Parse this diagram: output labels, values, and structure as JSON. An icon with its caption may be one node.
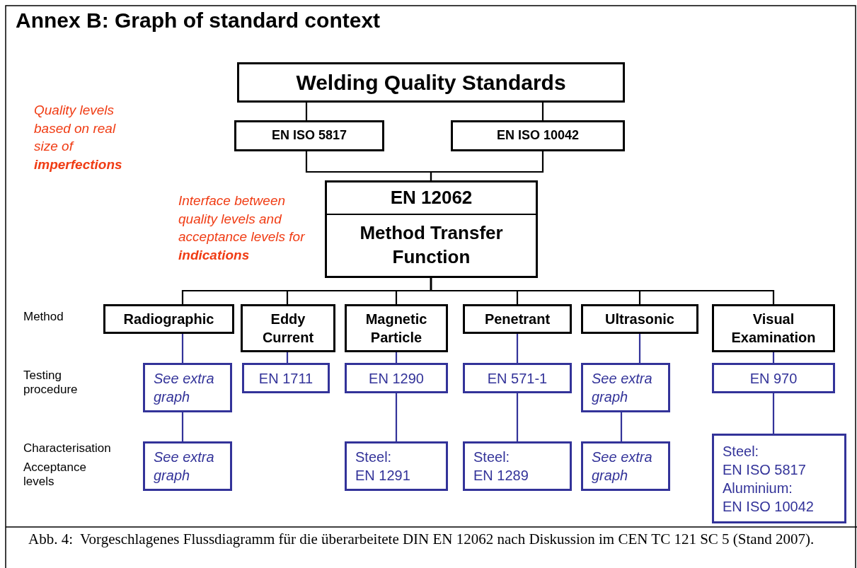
{
  "diagram": {
    "title": "Annex B: Graph of standard context",
    "caption": "Abb. 4:  Vorgeschlagenes Flussdiagramm für die überarbeitete DIN EN 12062 nach Diskussion im CEN TC 121 SC 5 (Stand 2007).",
    "nodes": [
      {
        "text": [
          "Welding Quality Standards"
        ]
      },
      {
        "text": [
          "EN ISO 5817"
        ]
      },
      {
        "text": [
          "EN ISO 10042"
        ]
      },
      {
        "text": [
          "EN 12062",
          "Method Transfer Function"
        ]
      },
      {
        "text": [
          "Radiographic"
        ]
      },
      {
        "text": [
          "Eddy Current"
        ]
      },
      {
        "text": [
          "Magnetic Particle"
        ]
      },
      {
        "text": [
          "Penetrant"
        ]
      },
      {
        "text": [
          "Ultrasonic"
        ]
      },
      {
        "text": [
          "Visual Examination"
        ]
      },
      {
        "text": [
          "See extra graph"
        ]
      },
      {
        "text": [
          "EN 1711"
        ]
      },
      {
        "text": [
          "EN 1290"
        ]
      },
      {
        "text": [
          "EN 571-1"
        ]
      },
      {
        "text": [
          "See extra graph"
        ]
      },
      {
        "text": [
          "EN 970"
        ]
      },
      {
        "text": [
          "See extra graph"
        ]
      },
      {
        "text": [
          "Steel:",
          "EN 1291"
        ]
      },
      {
        "text": [
          "Steel:",
          "EN 1289"
        ]
      },
      {
        "text": [
          "See extra graph"
        ]
      },
      {
        "text": [
          "Steel:",
          "EN ISO 5817",
          "Aluminium:",
          "EN ISO 10042"
        ]
      }
    ],
    "edges": [
      {
        "from": 0,
        "to": 1,
        "arrow": "none",
        "color": "#000000"
      },
      {
        "from": 0,
        "to": 2,
        "arrow": "none",
        "color": "#000000"
      },
      {
        "from": 1,
        "to": 3,
        "arrow": "none",
        "color": "#000000"
      },
      {
        "from": 2,
        "to": 3,
        "arrow": "none",
        "color": "#000000"
      },
      {
        "from": 3,
        "to": 4,
        "arrow": "none",
        "color": "#000000"
      },
      {
        "from": 3,
        "to": 5,
        "arrow": "none",
        "color": "#000000"
      },
      {
        "from": 3,
        "to": 6,
        "arrow": "none",
        "color": "#000000"
      },
      {
        "from": 3,
        "to": 7,
        "arrow": "none",
        "color": "#000000"
      },
      {
        "from": 3,
        "to": 8,
        "arrow": "none",
        "color": "#000000"
      },
      {
        "from": 3,
        "to": 9,
        "arrow": "none",
        "color": "#000000"
      },
      {
        "from": 4,
        "to": 10,
        "arrow": "none",
        "color": "#333399"
      },
      {
        "from": 10,
        "to": 16,
        "arrow": "none",
        "color": "#333399"
      },
      {
        "from": 5,
        "to": 11,
        "arrow": "none",
        "color": "#333399"
      },
      {
        "from": 6,
        "to": 12,
        "arrow": "none",
        "color": "#333399"
      },
      {
        "from": 12,
        "to": 17,
        "arrow": "none",
        "color": "#333399"
      },
      {
        "from": 7,
        "to": 13,
        "arrow": "none",
        "color": "#333399"
      },
      {
        "from": 13,
        "to": 18,
        "arrow": "none",
        "color": "#333399"
      },
      {
        "from": 8,
        "to": 14,
        "arrow": "none",
        "color": "#333399"
      },
      {
        "from": 14,
        "to": 19,
        "arrow": "none",
        "color": "#333399"
      },
      {
        "from": 9,
        "to": 15,
        "arrow": "none",
        "color": "#333399"
      },
      {
        "from": 15,
        "to": 20,
        "arrow": "none",
        "color": "#333399"
      }
    ],
    "labels": [
      "Quality levels based on real size of **imperfections**",
      "Interface between quality levels and acceptance levels for **indications**",
      "Method",
      "Testing procedure",
      "Characterisation",
      "Acceptance levels"
    ]
  }
}
